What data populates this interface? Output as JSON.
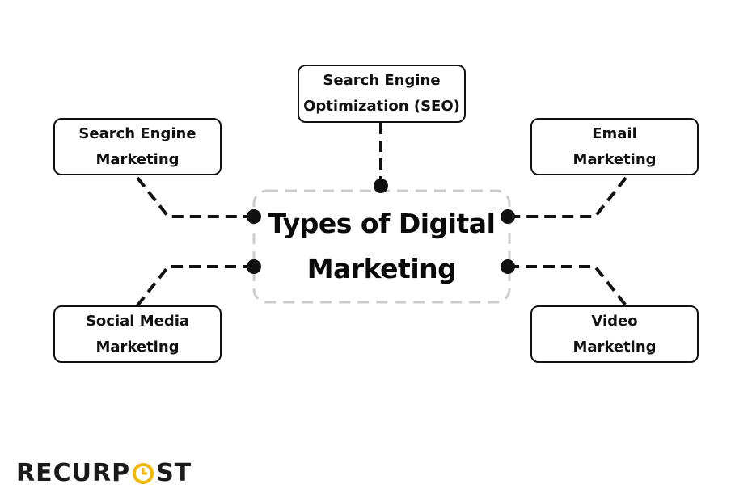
{
  "title": {
    "line1": "Types of Digital",
    "line2": "Marketing"
  },
  "nodes": [
    {
      "id": "seo",
      "line1": "Search Engine",
      "line2": "Optimization (SEO)"
    },
    {
      "id": "sem",
      "line1": "Search Engine",
      "line2": "Marketing"
    },
    {
      "id": "email",
      "line1": "Email",
      "line2": "Marketing"
    },
    {
      "id": "social",
      "line1": "Social Media",
      "line2": "Marketing"
    },
    {
      "id": "video",
      "line1": "Video",
      "line2": "Marketing"
    }
  ],
  "logo": {
    "part1": "RECURP",
    "o": "O",
    "part2": "ST"
  },
  "colors": {
    "line": "#111111",
    "center_border": "#cccccc",
    "logo_accent": "#f5b800"
  }
}
